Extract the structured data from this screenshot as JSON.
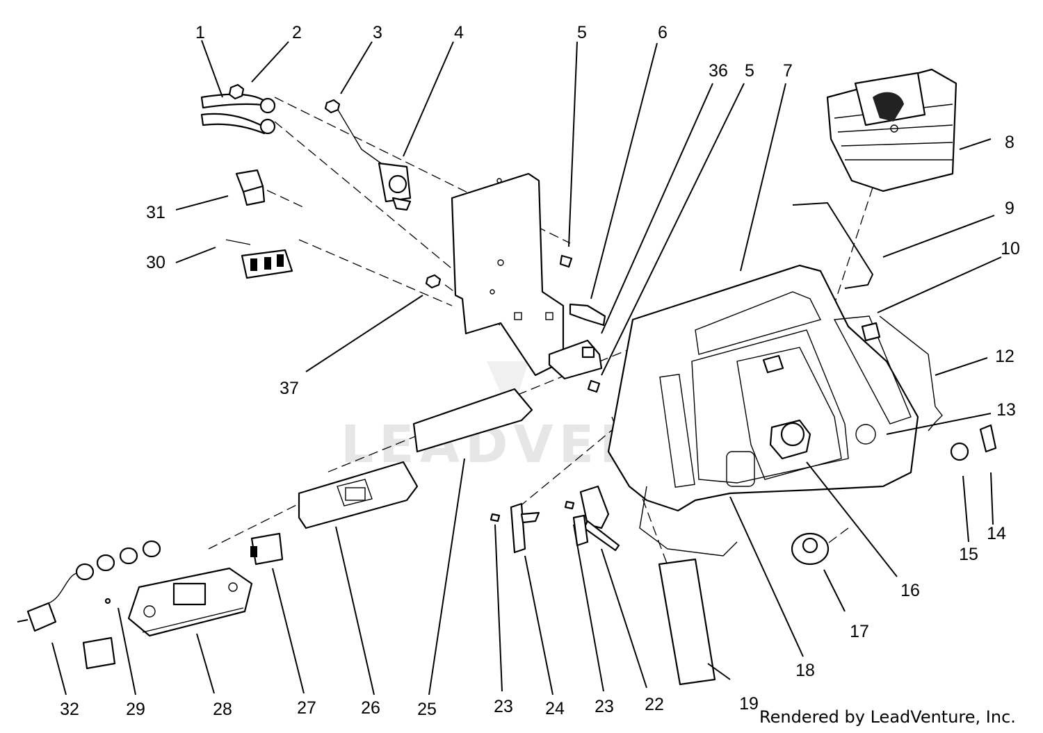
{
  "diagram": {
    "watermark": "LEADVENTURE",
    "credit": "Rendered by LeadVenture, Inc.",
    "callouts": [
      "1",
      "2",
      "3",
      "4",
      "5",
      "6",
      "36",
      "5",
      "7",
      "8",
      "9",
      "10",
      "12",
      "13",
      "14",
      "15",
      "16",
      "17",
      "18",
      "19",
      "22",
      "23",
      "23",
      "24",
      "25",
      "26",
      "27",
      "28",
      "29",
      "30",
      "31",
      "32",
      "37"
    ]
  }
}
